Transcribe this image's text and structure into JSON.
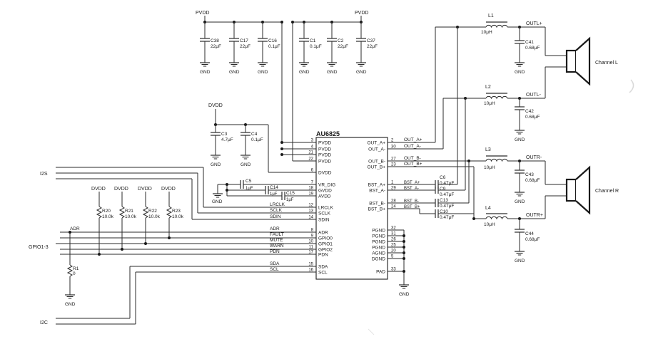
{
  "chip": {
    "name": "AU6825",
    "left_pins": [
      {
        "num": "3",
        "name": "PVDD"
      },
      {
        "num": "4",
        "name": "PVDD"
      },
      {
        "num": "21",
        "name": "PVDD"
      },
      {
        "num": "22",
        "name": "PVDD"
      },
      {
        "num": "6",
        "name": "DVDD"
      },
      {
        "num": "7",
        "name": "VR_DIG"
      },
      {
        "num": "18",
        "name": "GVDD"
      },
      {
        "num": "19",
        "name": "AVDD"
      },
      {
        "num": "12",
        "name": "LRCLK"
      },
      {
        "num": "13",
        "name": "SCLK"
      },
      {
        "num": "14",
        "name": "SDIN"
      },
      {
        "num": "8",
        "name": "ADR"
      },
      {
        "num": "9",
        "name": "GPIO0"
      },
      {
        "num": "10",
        "name": "GPIO1"
      },
      {
        "num": "11",
        "name": "GPIO2"
      },
      {
        "num": "17",
        "name": "PDN"
      },
      {
        "num": "15",
        "name": "SDA"
      },
      {
        "num": "16",
        "name": "SCL"
      }
    ],
    "right_pins": [
      {
        "num": "2",
        "name": "OUT_A+"
      },
      {
        "num": "30",
        "name": "OUT_A-"
      },
      {
        "num": "27",
        "name": "OUT_B-"
      },
      {
        "num": "23",
        "name": "OUT_B+"
      },
      {
        "num": "1",
        "name": "BST_A+"
      },
      {
        "num": "29",
        "name": "BST_A-"
      },
      {
        "num": "28",
        "name": "BST_B-"
      },
      {
        "num": "24",
        "name": "BST_B+"
      },
      {
        "num": "32",
        "name": "PGND"
      },
      {
        "num": "31",
        "name": "PGND"
      },
      {
        "num": "26",
        "name": "PGND"
      },
      {
        "num": "25",
        "name": "PGND"
      },
      {
        "num": "20",
        "name": "AGND"
      },
      {
        "num": "5",
        "name": "DGND"
      },
      {
        "num": "33",
        "name": "PAD"
      }
    ]
  },
  "power_labels": {
    "pvdd": "PVDD",
    "dvdd": "DVDD",
    "gnd": "GND"
  },
  "pvdd_caps": [
    {
      "ref": "C38",
      "value": "22μF"
    },
    {
      "ref": "C17",
      "value": "22μF"
    },
    {
      "ref": "C16",
      "value": "0.1μF"
    },
    {
      "ref": "C1",
      "value": "0.1μF"
    },
    {
      "ref": "C2",
      "value": "22μF"
    },
    {
      "ref": "C37",
      "value": "22μF"
    }
  ],
  "dvdd_caps": [
    {
      "ref": "C3",
      "value": "4.7μF"
    },
    {
      "ref": "C4",
      "value": "0.1μF"
    }
  ],
  "reg_caps": [
    {
      "ref": "C5",
      "value": "1μF"
    },
    {
      "ref": "C14",
      "value": "1μF"
    },
    {
      "ref": "C15",
      "value": "1μF"
    }
  ],
  "inductors": [
    {
      "ref": "L1",
      "value": "10μH"
    },
    {
      "ref": "L2",
      "value": "10μH"
    },
    {
      "ref": "L3",
      "value": "10μH"
    },
    {
      "ref": "L4",
      "value": "10μH"
    }
  ],
  "output_caps": [
    {
      "ref": "C41",
      "value": "0.68μF"
    },
    {
      "ref": "C42",
      "value": "0.68μF"
    },
    {
      "ref": "C43",
      "value": "0.68μF"
    },
    {
      "ref": "C44",
      "value": "0.68μF"
    }
  ],
  "bootstrap_caps": [
    {
      "ref": "C6",
      "value": "0.47μF"
    },
    {
      "ref": "C9",
      "value": "0.47μF"
    },
    {
      "ref": "C13",
      "value": "0.47μF"
    },
    {
      "ref": "C10",
      "value": "0.47μF"
    }
  ],
  "pullups": [
    {
      "ref": "R20",
      "value": "10.0k"
    },
    {
      "ref": "R21",
      "value": "10.0k"
    },
    {
      "ref": "R22",
      "value": "10.0k"
    },
    {
      "ref": "R23",
      "value": "10.0k"
    }
  ],
  "adr_resistor": {
    "ref": "R1",
    "value": "0"
  },
  "nets": {
    "outl_p": "OUTL+",
    "outl_n": "OUTL-",
    "outr_n": "OUTR-",
    "outr_p": "OUTR+",
    "out_a_p": "OUT_A+",
    "out_a_n": "OUT_A-",
    "out_b_n": "OUT_B-",
    "out_b_p": "OUT_B+",
    "bst_a_p": "BST_A+",
    "bst_a_n": "BST_A-",
    "bst_b_n": "BST_B-",
    "bst_b_p": "BST_B+",
    "lrclk": "LRCLK",
    "sclk": "SCLK",
    "sdin": "SDIN",
    "adr": "ADR",
    "fault": "FAULT",
    "mute": "MUTE",
    "warn": "WARN",
    "pdn": "PDN",
    "sda": "SDA",
    "scl": "SCL"
  },
  "bus_labels": {
    "i2s": "I2S",
    "gpio": "GPIO1-3",
    "i2c": "I2C"
  },
  "speakers": {
    "left": "Channel L",
    "right": "Channel R"
  }
}
